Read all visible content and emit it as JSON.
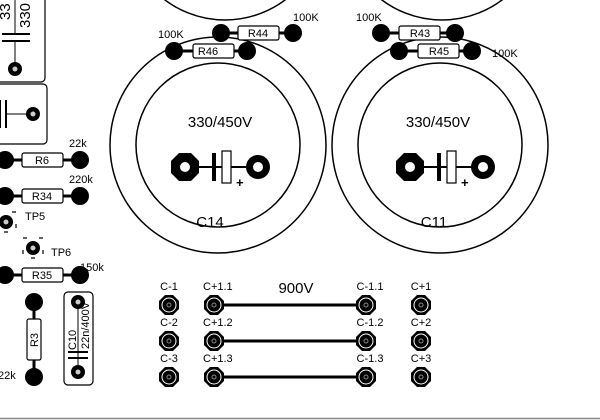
{
  "board": {
    "top_left_labels": [
      "330",
      "33"
    ],
    "capacitors": [
      {
        "ref": "C14",
        "value": "330/450V"
      },
      {
        "ref": "C11",
        "value": "330/450V"
      },
      {
        "ref": "C10",
        "value": "22n/400V"
      }
    ],
    "resistors": [
      {
        "ref": "R44",
        "value": "100K"
      },
      {
        "ref": "R46",
        "value": "100K"
      },
      {
        "ref": "R43",
        "value": "100K"
      },
      {
        "ref": "R45",
        "value": "100K"
      },
      {
        "ref": "R6",
        "value": "22k"
      },
      {
        "ref": "R34",
        "value": "220k"
      },
      {
        "ref": "R35",
        "value": "150k"
      },
      {
        "ref": "R3",
        "value": "22k"
      }
    ],
    "test_points": [
      "TP5",
      "TP6"
    ],
    "voltage_label": "900V",
    "connectors": {
      "col1": [
        "C-1",
        "C-2",
        "C-3"
      ],
      "col2": [
        "C+1.1",
        "C+1.2",
        "C+1.3"
      ],
      "col3": [
        "C-1.1",
        "C-1.2",
        "C-1.3"
      ],
      "col4": [
        "C+1",
        "C+2",
        "C+3"
      ]
    }
  }
}
